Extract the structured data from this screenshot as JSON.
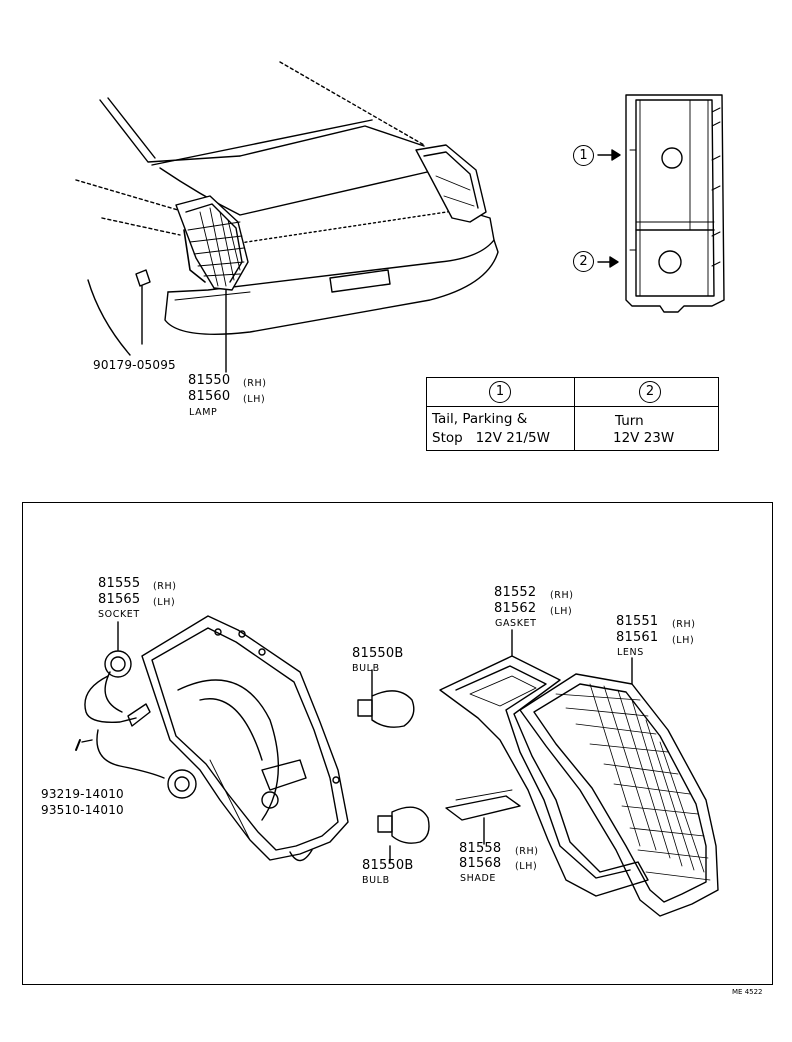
{
  "top_labels": {
    "screw_part": "90179-05095",
    "lamp_rh": "81550",
    "lamp_lh": "81560",
    "rh": "(RH)",
    "lh": "(LH)",
    "lamp_name": "LAMP"
  },
  "callouts": {
    "one": "1",
    "two": "2"
  },
  "bulb_table": {
    "col1_header": "1",
    "col2_header": "2",
    "col1_line1": "Tail, Parking &",
    "col1_line2": "Stop   12V 21/5W",
    "col2_line1": "Turn",
    "col2_line2": "12V 23W"
  },
  "parts": {
    "socket_rh": "81555",
    "socket_lh": "81565",
    "socket_name": "SOCKET",
    "screw1": "93219-14010",
    "screw2": "93510-14010",
    "bulb_top": "81550B",
    "bulb_top_name": "BULB",
    "bulb_bottom": "81550B",
    "bulb_bottom_name": "BULB",
    "gasket_rh": "81552",
    "gasket_lh": "81562",
    "gasket_name": "GASKET",
    "lens_rh": "81551",
    "lens_lh": "81561",
    "lens_name": "LENS",
    "shade_rh": "81558",
    "shade_lh": "81568",
    "shade_name": "SHADE",
    "rh": "(RH)",
    "lh": "(LH)"
  },
  "diagram_code": "ME 4522"
}
